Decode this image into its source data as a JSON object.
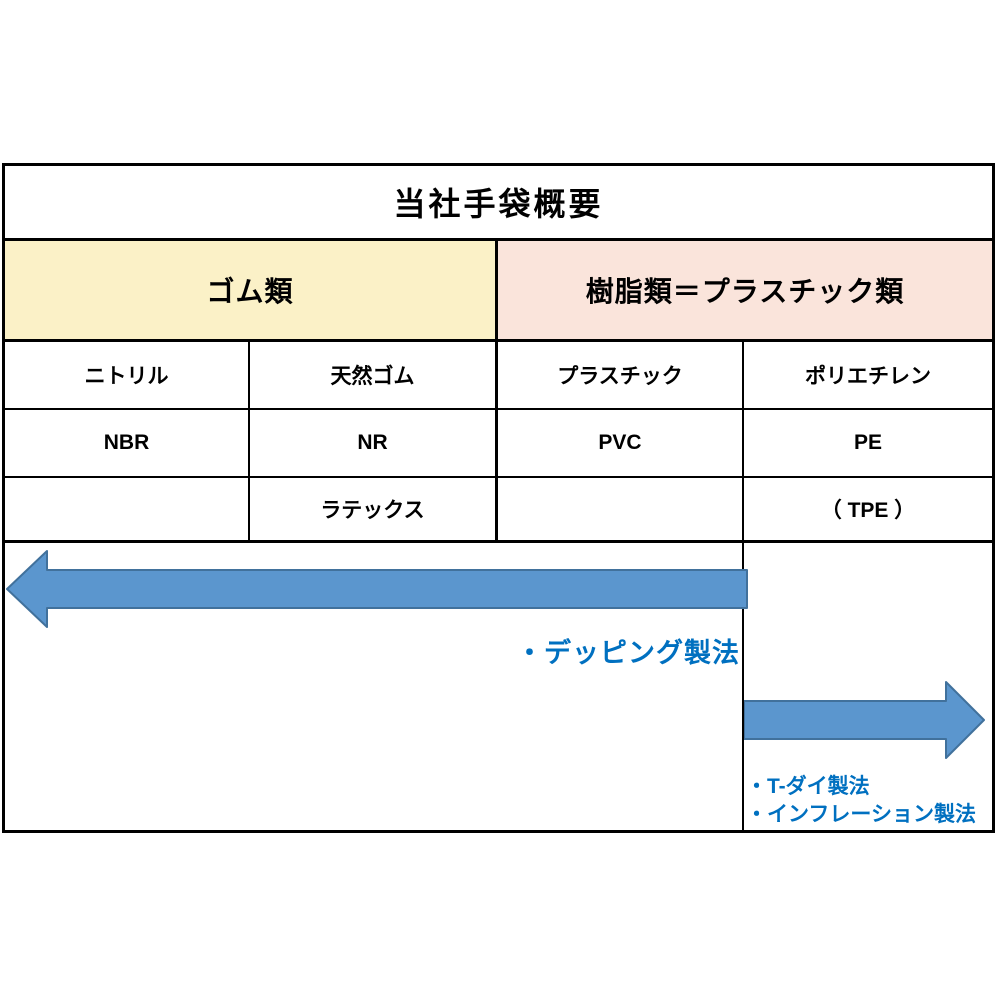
{
  "title": "当社手袋概要",
  "categories": [
    {
      "label": "ゴム類",
      "bg": "#FBF1C7"
    },
    {
      "label": "樹脂類＝プラスチック類",
      "bg": "#FAE4DB"
    }
  ],
  "grid": {
    "rows": [
      [
        "ニトリル",
        "天然ゴム",
        "プラスチック",
        "ポリエチレン"
      ],
      [
        "NBR",
        "NR",
        "PVC",
        "PE"
      ],
      [
        "",
        "ラテックス",
        "",
        "（ TPE ）"
      ]
    ]
  },
  "methods": {
    "dipping_label": "・デッピング製法",
    "tdie_label": "・T-ダイ製法",
    "inflation_label": "・インフレーション製法",
    "arrow_fill": "#5B96CE",
    "arrow_stroke": "#41719C",
    "text_color": "#0070C0"
  },
  "colors": {
    "border": "#000000",
    "background": "#FFFFFF"
  }
}
